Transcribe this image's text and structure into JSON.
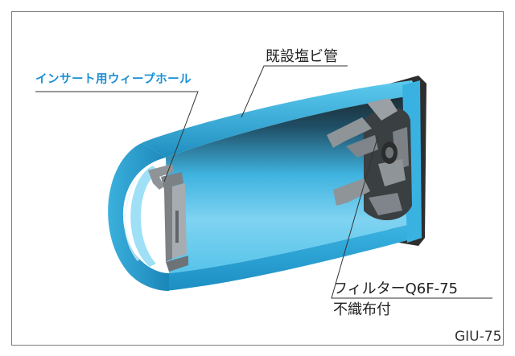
{
  "labels": {
    "existing_pipe": "既設塩ビ管",
    "insert_weep_hole": "インサート用ウィープホール",
    "filter_model": "フィルターQ6F-75",
    "nonwoven": "不織布付",
    "product_code": "GIU-75"
  },
  "colors": {
    "pipe_wall": "#4cc0e8",
    "pipe_dark": "#2c2c2c",
    "gray_part": "#8e9498",
    "accent_label": "#1a8fd6"
  }
}
